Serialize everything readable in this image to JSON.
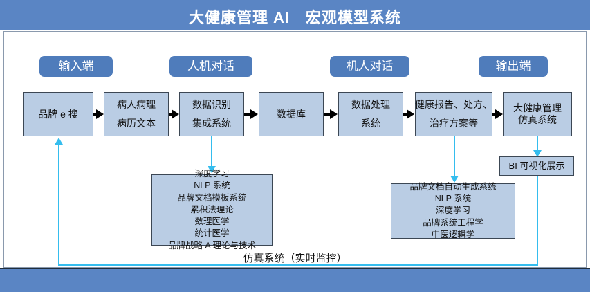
{
  "header": {
    "title": "大健康管理 AI　宏观模型系统",
    "bg_color": "#5a85c4",
    "text_color": "#ffffff"
  },
  "stage_labels": [
    {
      "label": "输入端"
    },
    {
      "label": "人机对话"
    },
    {
      "label": "机人对话"
    },
    {
      "label": "输出端"
    }
  ],
  "flow_nodes": [
    {
      "lines": [
        "品牌 e 搜"
      ]
    },
    {
      "lines": [
        "病人病理",
        "病历文本"
      ]
    },
    {
      "lines": [
        "数据识别",
        "集成系统"
      ]
    },
    {
      "lines": [
        "数据库"
      ]
    },
    {
      "lines": [
        "数据处理",
        "系统"
      ]
    },
    {
      "lines": [
        "健康报告、处方、",
        "治疗方案等"
      ]
    },
    {
      "lines": [
        "大健康管理",
        "仿真系统"
      ]
    }
  ],
  "callouts": {
    "left": {
      "lines": [
        "深度学习",
        "NLP 系统",
        "品牌文档模板系统",
        "累积法理论",
        "数理医学",
        "统计医学",
        "品牌战略 A 理论与技术"
      ]
    },
    "right": {
      "lines": [
        "品牌文档自动生成系统",
        "NLP 系统",
        "深度学习",
        "品牌系统工程学",
        "中医逻辑学"
      ]
    }
  },
  "bi_node": {
    "label": "BI 可视化展示"
  },
  "bottom_caption": {
    "label": "仿真系统（实时监控）"
  },
  "colors": {
    "band": "#5a85c4",
    "pill": "#4f7cbb",
    "node_fill": "#bacde4",
    "node_border": "#3c4754",
    "cyan": "#35bdee"
  }
}
